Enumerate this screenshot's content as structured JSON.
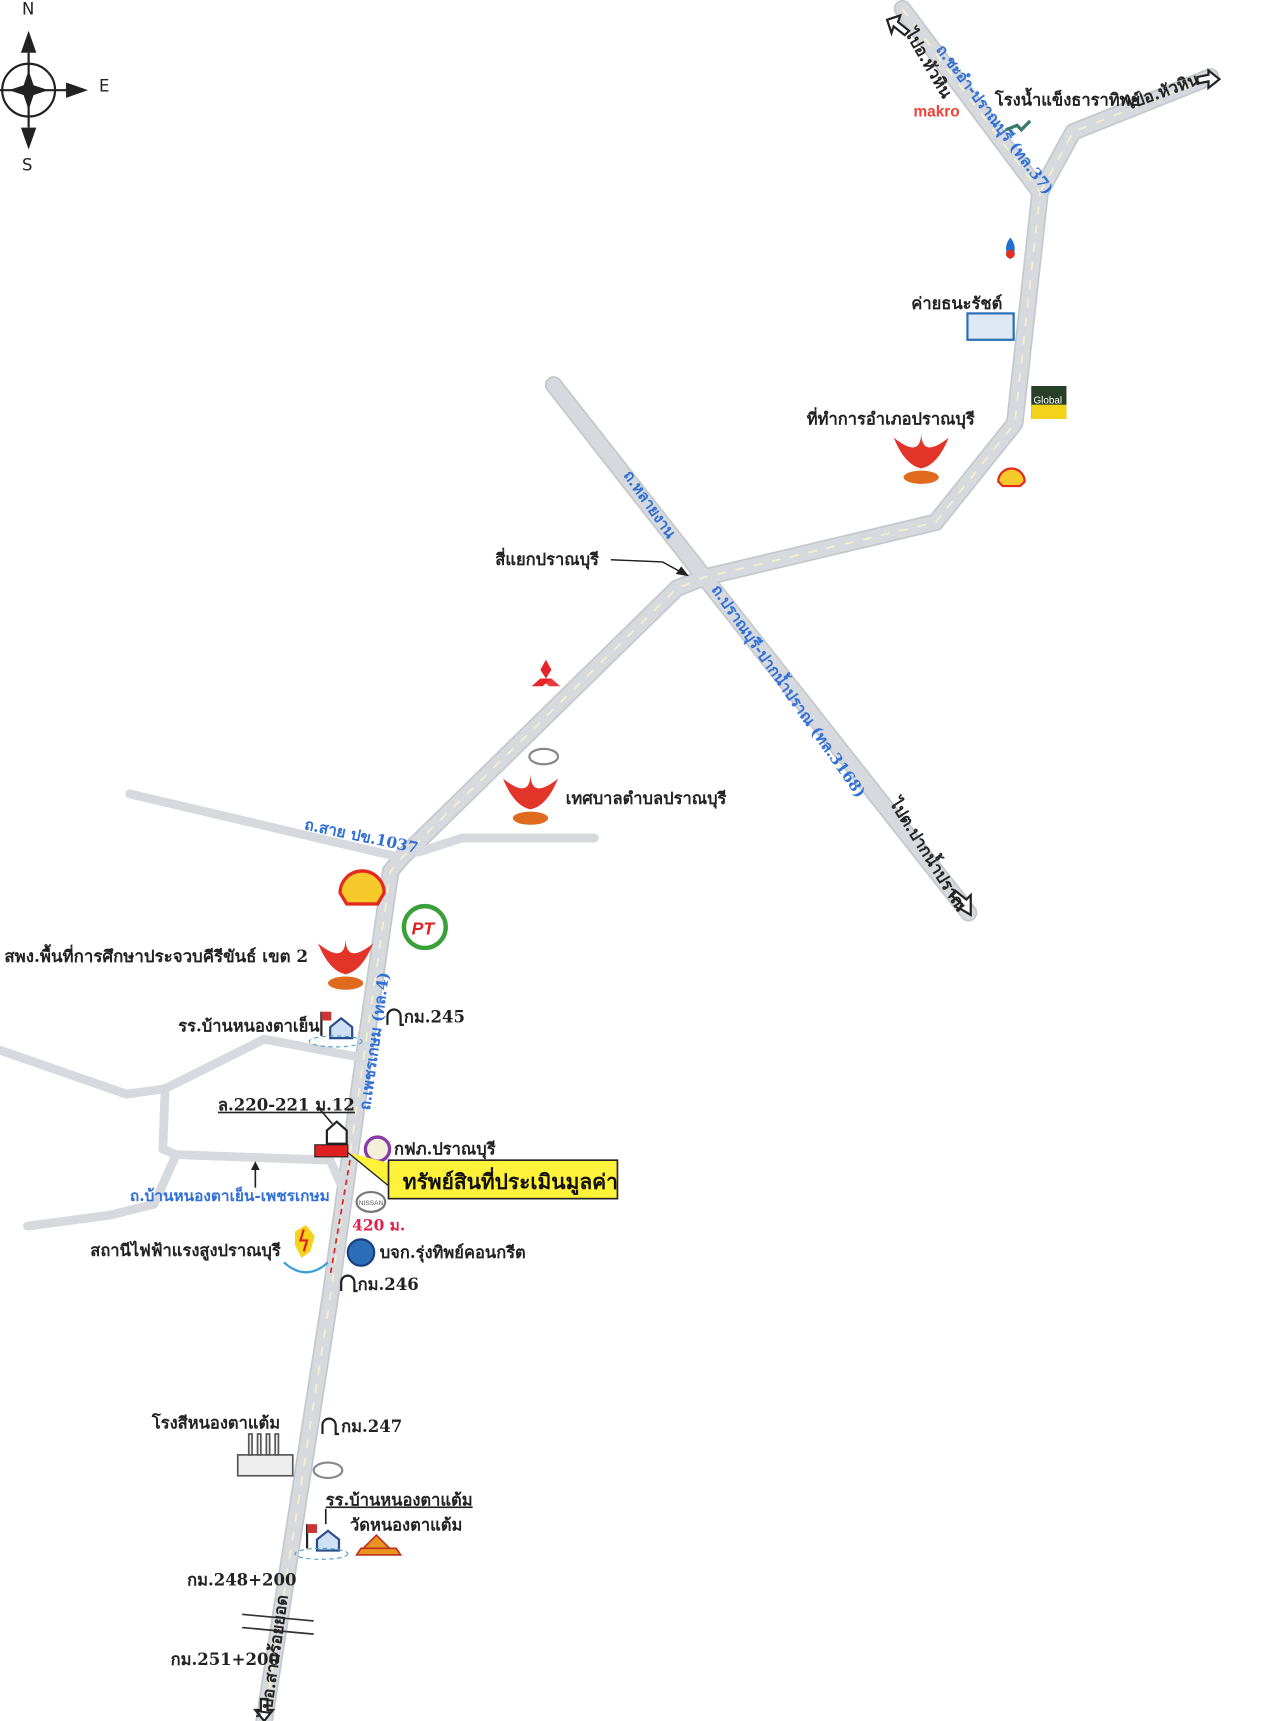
{
  "compass": {
    "north": "N",
    "east": "E",
    "south": "S"
  },
  "brands": {
    "makro": "makro",
    "global": "Global",
    "pt": "PT",
    "nissan": "NISSAN"
  },
  "roads": {
    "route37": "ถ.ชะอำ-ปราณบุรี (ทล.37)",
    "to_huahin_left": "ไปอ.หัวหิน",
    "to_huahin_right": "ไปอ.หัวหิน",
    "thalai_ngan": "ถ.หลายงาน",
    "route3168": "ถ.ปราณบุรี-ปากน้ำปราณ (ทล.3168)",
    "to_paknampran": "ไปต.ปากน้ำปราณ",
    "pk1037": "ถ.สาย ปข.1037",
    "route4": "ถ.เพชรเกษม (ทล.4)",
    "nong_ta_yen_road": "ถ.บ้านหนองตาเย็น-เพชรเกษม",
    "to_sam_roi_yot": "ไปอ.สามร้อยยอด"
  },
  "places": {
    "ice_factory": "โรงน้ำแข็งธาราทิพย์",
    "thanarat_camp": "ค่ายธนะรัชต์",
    "district_office": "ที่ทำการอำเภอปราณบุรี",
    "intersection": "สี่แยกปราณบุรี",
    "municipality": "เทศบาลตำบลปราณบุรี",
    "education_office": "สพง.พื้นที่การศึกษาประจวบคีรีขันธ์ เขต 2",
    "school_nong_ta_yen": "รร.บ้านหนองตาเย็น",
    "km245": "กม.245",
    "plot": "ล.220-221 ม.12",
    "pea": "กฟภ.ปราณบุรี",
    "subject_property": "ทรัพย์สินที่ประเมินมูลค่า",
    "distance": "420 ม.",
    "substation": "สถานีไฟฟ้าแรงสูงปราณบุรี",
    "concrete_co": "บจก.รุ่งทิพย์คอนกรีต",
    "km246": "กม.246",
    "rice_mill": "โรงสีหนองตาแต้ม",
    "km247": "กม.247",
    "school_nong_ta_taem": "รร.บ้านหนองตาแต้ม",
    "temple": "วัดหนองตาแต้ม",
    "km248": "กม.248+200",
    "km251": "กม.251+200"
  },
  "colors": {
    "road": "#d6d9dd",
    "road_label": "#2f6fd6",
    "highlight": "#fff23a",
    "property": "#e02020"
  }
}
